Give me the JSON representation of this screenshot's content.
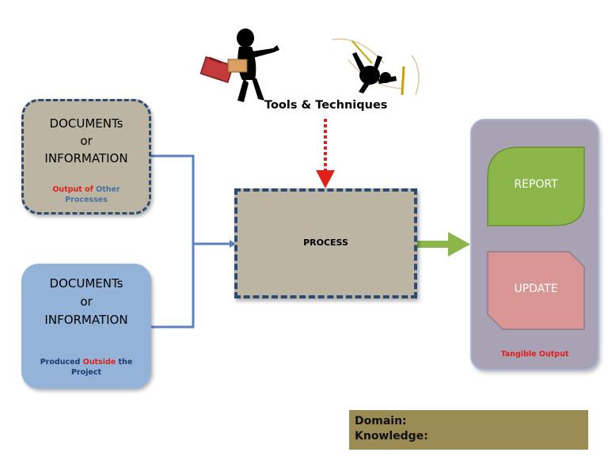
{
  "left_top_box": {
    "line1": "DOCUMENTs",
    "line2": "or",
    "line3": "INFORMATION",
    "sub_part1": "Output of",
    "sub_part2": "Other",
    "sub_part3": "Processes"
  },
  "left_bottom_box": {
    "line1": "DOCUMENTs",
    "line2": "or",
    "line3": "INFORMATION",
    "sub_part1": "Produced",
    "sub_part2": "Outside",
    "sub_part3": "the",
    "sub_part4": "Project"
  },
  "process": {
    "label": "PROCESS"
  },
  "tools": {
    "label": "Tools & Techniques"
  },
  "output": {
    "report_label": "REPORT",
    "update_label": "UPDATE",
    "tangible_label": "Tangible Output"
  },
  "footer": {
    "domain_label": "Domain:",
    "knowledge_label": "Knowledge:"
  },
  "icons": {
    "toolbox_person": "person-carrying-toolbox-icon",
    "swinging_person": "person-swinging-icon"
  },
  "colors": {
    "box_fill": "#bcb5a4",
    "dashed_border": "#2b4b72",
    "blue_box": "#93b3d8",
    "connector": "#5b82bd",
    "green_arrow": "#8cb64a",
    "red_dotted_arrow": "#e0201b",
    "output_panel": "#a9a2b4",
    "report_fill": "#8cb64a",
    "update_fill": "#da9694",
    "footer_fill": "#9b8c56"
  }
}
